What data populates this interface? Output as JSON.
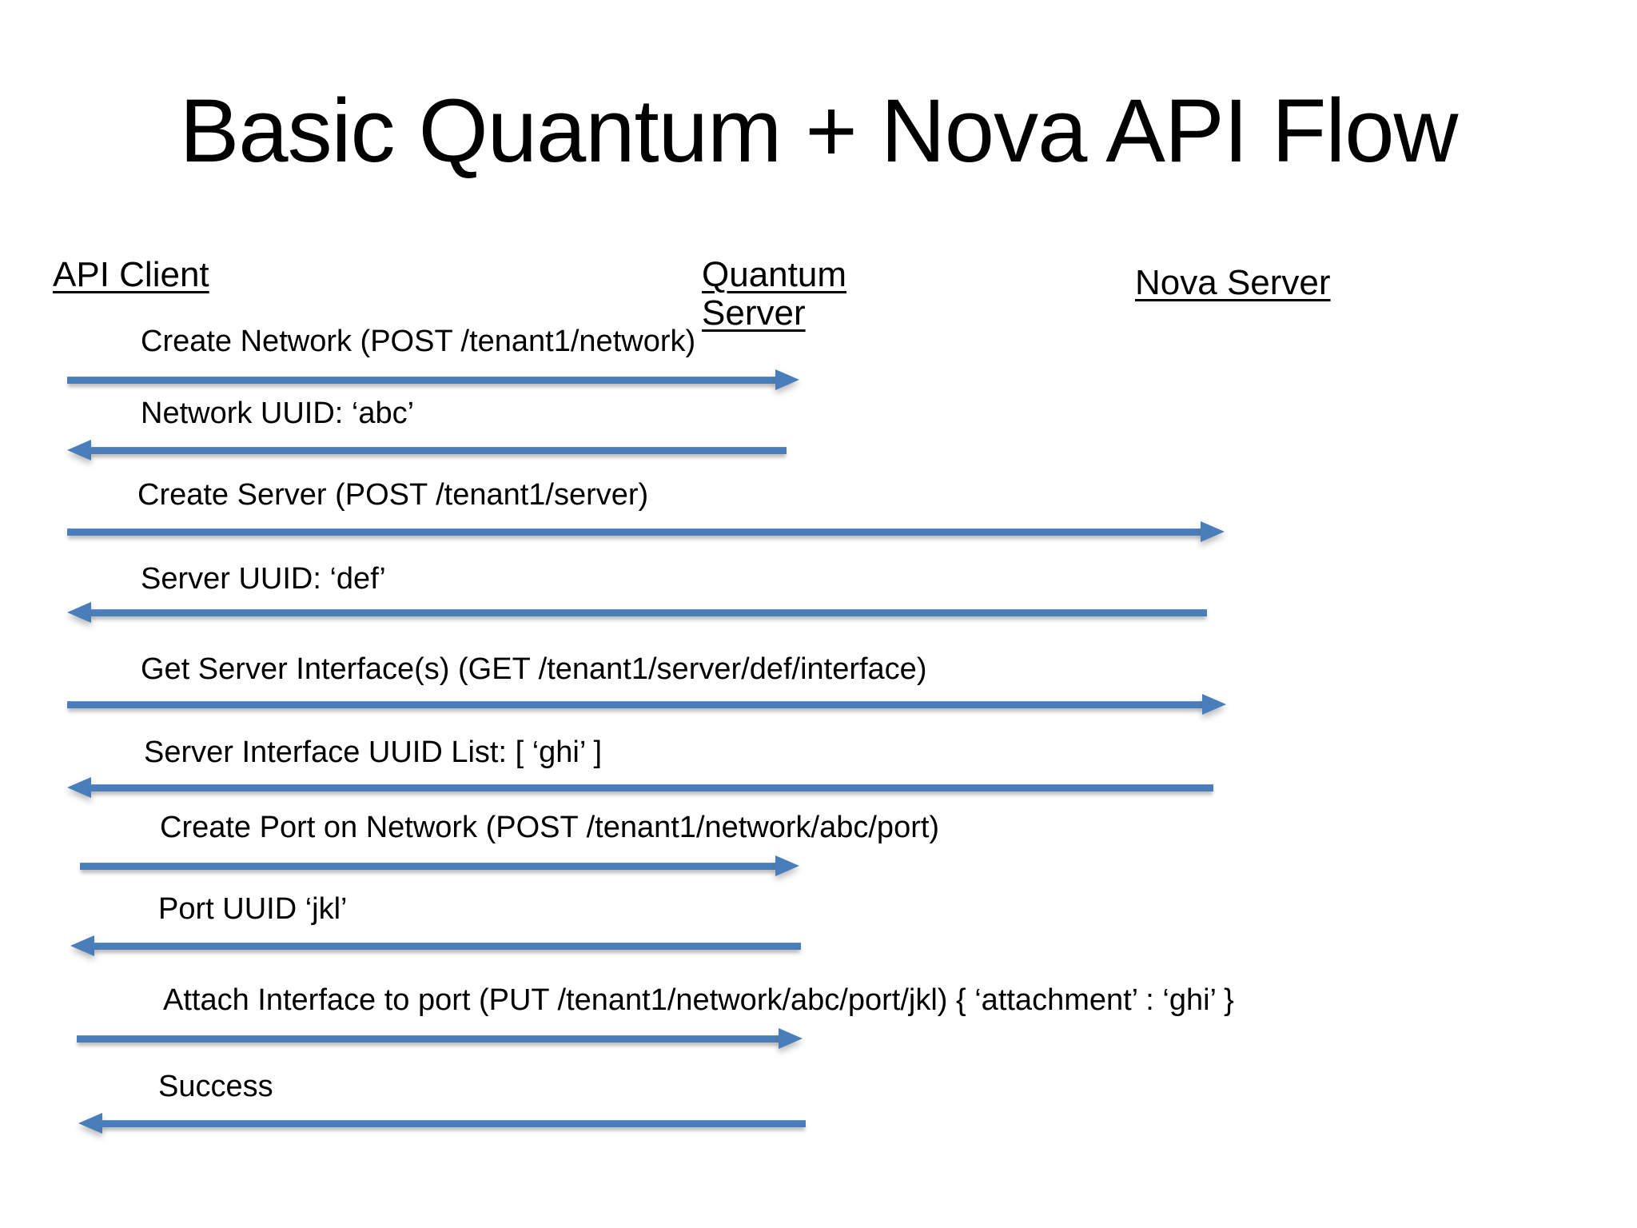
{
  "slide": {
    "title": "Basic Quantum + Nova API Flow",
    "background_color": "#ffffff",
    "arrow_color": "#4a7ebb",
    "text_color": "#000000"
  },
  "lifelines": [
    {
      "id": "api-client",
      "label": "API Client",
      "lines": [
        "API Client"
      ]
    },
    {
      "id": "quantum-server",
      "label": "Quantum Server",
      "lines": [
        "Quantum",
        "Server"
      ]
    },
    {
      "id": "nova-server",
      "label": "Nova Server",
      "lines": [
        "Nova Server"
      ]
    }
  ],
  "messages": [
    {
      "index": 1,
      "label": "Create Network (POST /tenant1/network)",
      "from": "api-client",
      "to": "quantum-server",
      "direction": "right"
    },
    {
      "index": 2,
      "label": "Network UUID: ‘abc’",
      "from": "quantum-server",
      "to": "api-client",
      "direction": "left"
    },
    {
      "index": 3,
      "label": "Create Server (POST /tenant1/server)",
      "from": "api-client",
      "to": "nova-server",
      "direction": "right"
    },
    {
      "index": 4,
      "label": "Server UUID: ‘def’",
      "from": "nova-server",
      "to": "api-client",
      "direction": "left"
    },
    {
      "index": 5,
      "label": "Get Server Interface(s) (GET /tenant1/server/def/interface)",
      "from": "api-client",
      "to": "nova-server",
      "direction": "right"
    },
    {
      "index": 6,
      "label": "Server Interface UUID List: [ ‘ghi’ ]",
      "from": "nova-server",
      "to": "api-client",
      "direction": "left"
    },
    {
      "index": 7,
      "label": "Create Port on Network (POST /tenant1/network/abc/port)",
      "from": "api-client",
      "to": "quantum-server",
      "direction": "right"
    },
    {
      "index": 8,
      "label": "Port UUID ‘jkl’",
      "from": "quantum-server",
      "to": "api-client",
      "direction": "left"
    },
    {
      "index": 9,
      "label": "Attach Interface to port (PUT /tenant1/network/abc/port/jkl) { ‘attachment’ : ‘ghi’ }",
      "from": "api-client",
      "to": "quantum-server",
      "direction": "right"
    },
    {
      "index": 10,
      "label": "Success",
      "from": "quantum-server",
      "to": "api-client",
      "direction": "left"
    }
  ]
}
